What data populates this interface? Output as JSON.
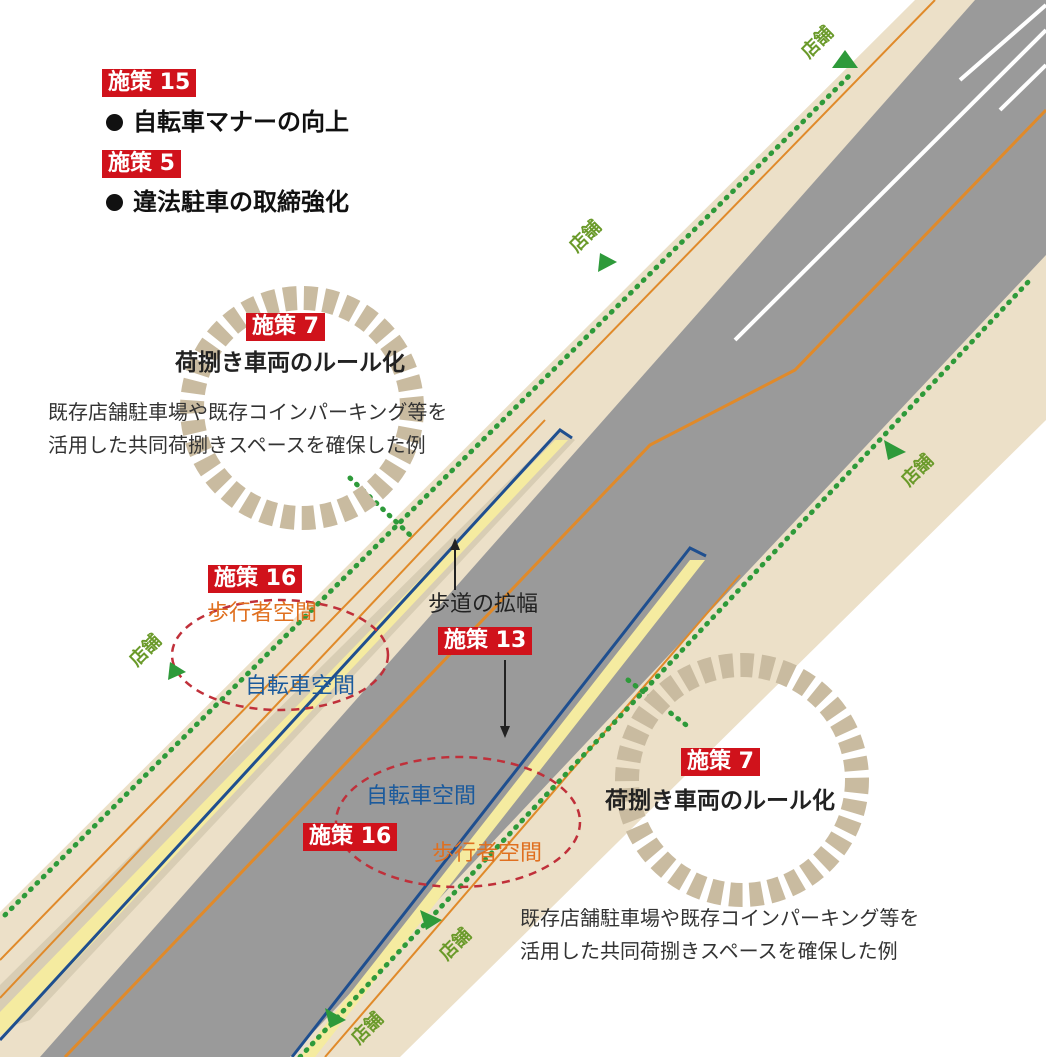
{
  "legend": [
    {
      "tag": "施策 15",
      "item": "自転車マナーの向上"
    },
    {
      "tag": "施策 5",
      "item": "違法駐車の取締強化"
    }
  ],
  "loading_zone_top": {
    "tag": "施策 7",
    "title": "荷捌き車両のルール化",
    "note_line1": "既存店舗駐車場や既存コインパーキング等を",
    "note_line2": "活用した共同荷捌きスペースを確保した例"
  },
  "loading_zone_bottom": {
    "tag": "施策 7",
    "title": "荷捌き車両のルール化",
    "note_line1": "既存店舗駐車場や既存コインパーキング等を",
    "note_line2": "活用した共同荷捌きスペースを確保した例"
  },
  "space_left": {
    "tag": "施策 16",
    "pedestrian": "歩行者空間",
    "bicycle": "自転車空間"
  },
  "space_right": {
    "tag": "施策 16",
    "pedestrian": "歩行者空間",
    "bicycle": "自転車空間"
  },
  "widening": {
    "label": "歩道の拡幅",
    "tag": "施策 13"
  },
  "store_label": "店舗",
  "colors": {
    "road": "#9a9a9a",
    "sidewalk": "#ece0c8",
    "bike_lane": "#f5eba0",
    "orange_line": "#e08a2a",
    "blue_line": "#1f4f8f",
    "green_dots": "#2e9a3a",
    "tag_red": "#d0121b",
    "ring": "#c9bba0"
  }
}
